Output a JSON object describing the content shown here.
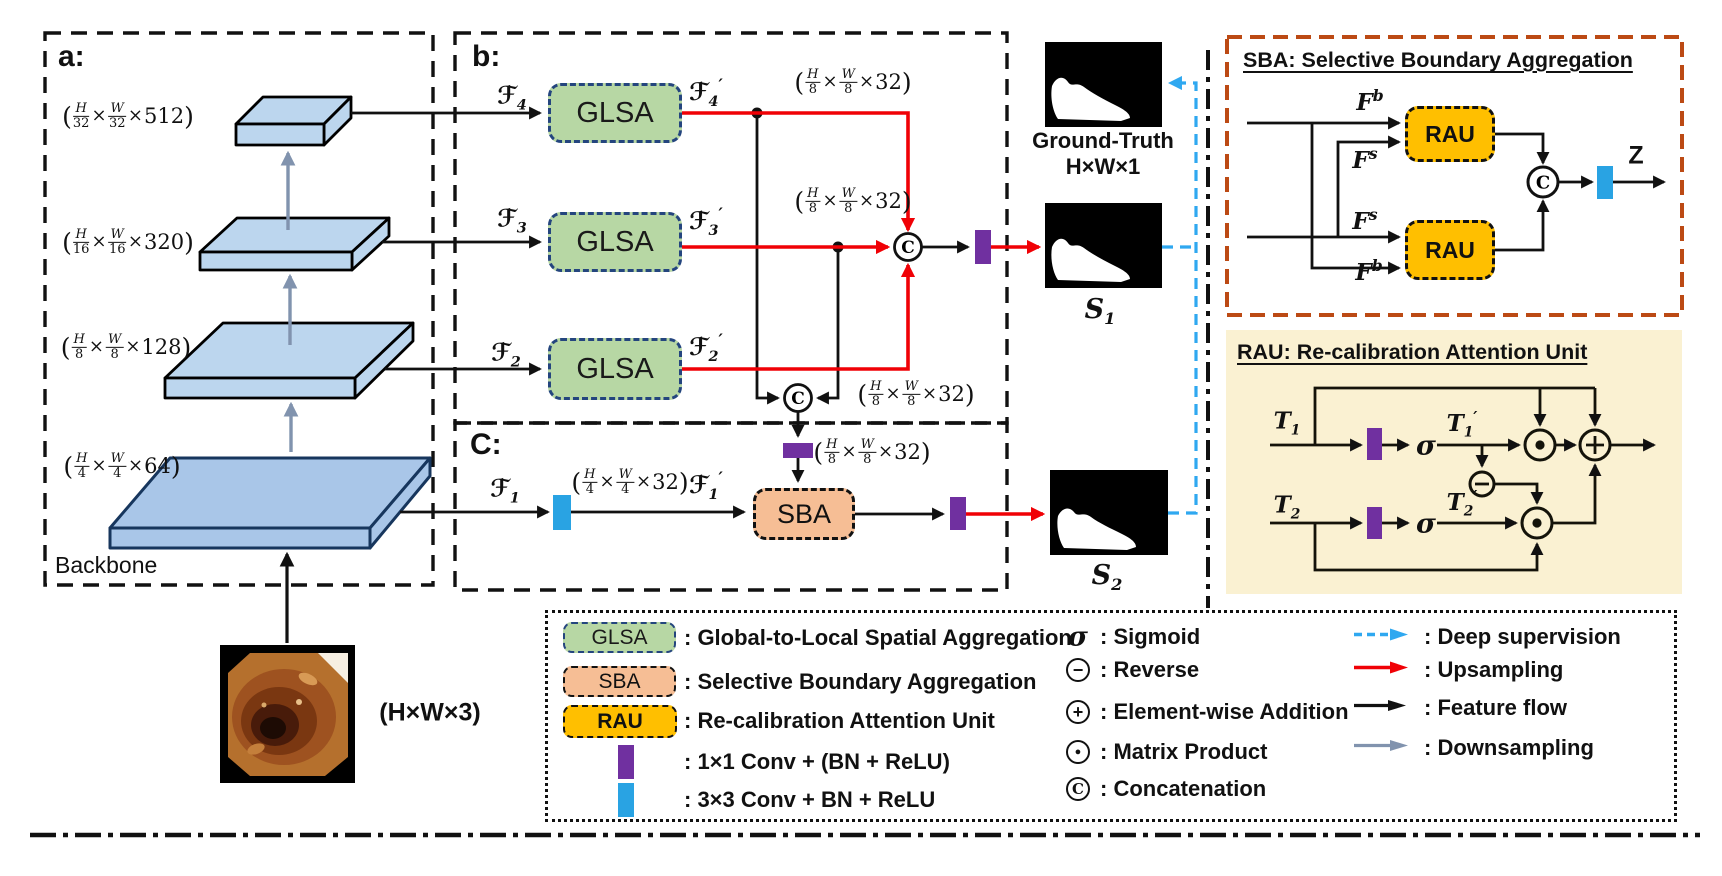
{
  "colors": {
    "glsa_fill": "#B7D7A4",
    "glsa_border": "#24457E",
    "sba_fill": "#F6BE95",
    "rau_fill": "#FFBF00",
    "conv1x1": "#7030A0",
    "conv3x3": "#29A3E3",
    "upsample_red": "#F00106",
    "deep_supervision_blue": "#2FA8F0",
    "downsample_gray": "#8193AE",
    "rau_panel_bg": "#FAF1D2",
    "sba_panel_border": "#BC4A14",
    "slab_fill": "#BCD6EE",
    "slab4_fill": "#A9C6E8"
  },
  "sections": {
    "a": "a:",
    "b": "b:",
    "c": "C:",
    "backbone": "Backbone"
  },
  "backbone": {
    "dims": [
      {
        "o": "(",
        "hn": "H",
        "hd": "32",
        "x1": "×",
        "wn": "W",
        "wd": "32",
        "x2": "×",
        "ch": "512",
        "c": ")"
      },
      {
        "o": "(",
        "hn": "H",
        "hd": "16",
        "x1": "×",
        "wn": "W",
        "wd": "16",
        "x2": "×",
        "ch": "320",
        "c": ")"
      },
      {
        "o": "(",
        "hn": "H",
        "hd": "8",
        "x1": "×",
        "wn": "W",
        "wd": "8",
        "x2": "×",
        "ch": "128",
        "c": ")"
      },
      {
        "o": "(",
        "hn": "H",
        "hd": "4",
        "x1": "×",
        "wn": "W",
        "wd": "4",
        "x2": "×",
        "ch": "64",
        "c": ")"
      }
    ],
    "input_dim": "(H×W×3)"
  },
  "flow": {
    "glsa": "GLSA",
    "sba": "SBA",
    "concat": "C",
    "f4": {
      "b": "ℱ",
      "s": "4"
    },
    "f3": {
      "b": "ℱ",
      "s": "3"
    },
    "f2": {
      "b": "ℱ",
      "s": "2"
    },
    "f1": {
      "b": "ℱ",
      "s": "1"
    },
    "f4p": {
      "b": "ℱ",
      "s": "4",
      "p": "′"
    },
    "f3p": {
      "b": "ℱ",
      "s": "3",
      "p": "′"
    },
    "f2p": {
      "b": "ℱ",
      "s": "2",
      "p": "′"
    },
    "f1p": {
      "b": "ℱ",
      "s": "1",
      "p": "′"
    },
    "dim832": {
      "o": "(",
      "hn": "H",
      "hd": "8",
      "x1": "×",
      "wn": "W",
      "wd": "8",
      "x2": "×",
      "ch": "32",
      "c": ")"
    },
    "dim432": {
      "o": "(",
      "hn": "H",
      "hd": "4",
      "x1": "×",
      "wn": "W",
      "wd": "4",
      "x2": "×",
      "ch": "32",
      "c": ")"
    }
  },
  "outputs": {
    "gt_title": "Ground-Truth",
    "gt_dim": "H×W×1",
    "s1": {
      "b": "S",
      "s": "1"
    },
    "s2": {
      "b": "S",
      "s": "2"
    }
  },
  "sba_panel": {
    "title": "SBA: Selective Boundary Aggregation",
    "rau": "RAU",
    "concat": "C",
    "z": "Z",
    "fb": {
      "b": "F",
      "s": "b"
    },
    "fs": {
      "b": "F",
      "s": "s"
    }
  },
  "rau_panel": {
    "title": "RAU: Re-calibration Attention Unit",
    "sigma": "σ",
    "t1": {
      "b": "T",
      "s": "1"
    },
    "t1p": {
      "b": "T",
      "s": "1",
      "p": "′"
    },
    "t2": {
      "b": "T",
      "s": "2"
    },
    "t2p": {
      "b": "T",
      "s": "2",
      "p": "′"
    }
  },
  "legend": {
    "modules": [
      {
        "chip": "GLSA",
        "desc": ": Global-to-Local Spatial Aggregation"
      },
      {
        "chip": "SBA",
        "desc": ": Selective Boundary Aggregation"
      },
      {
        "chip": "RAU",
        "desc": ": Re-calibration Attention Unit"
      }
    ],
    "convs": [
      {
        "desc": ": 1×1 Conv + (BN + ReLU)"
      },
      {
        "desc": ": 3×3 Conv + BN + ReLU"
      }
    ],
    "symbols": [
      {
        "sym": "σ",
        "desc": ": Sigmoid"
      },
      {
        "sym": "−",
        "desc": ": Reverse"
      },
      {
        "sym": "+",
        "desc": ": Element-wise Addition"
      },
      {
        "sym": "●",
        "desc": ": Matrix Product"
      },
      {
        "sym": "C",
        "desc": ": Concatenation"
      }
    ],
    "arrows": [
      {
        "desc": ": Deep supervision"
      },
      {
        "desc": ": Upsampling"
      },
      {
        "desc": ": Feature flow"
      },
      {
        "desc": ": Downsampling"
      }
    ]
  }
}
